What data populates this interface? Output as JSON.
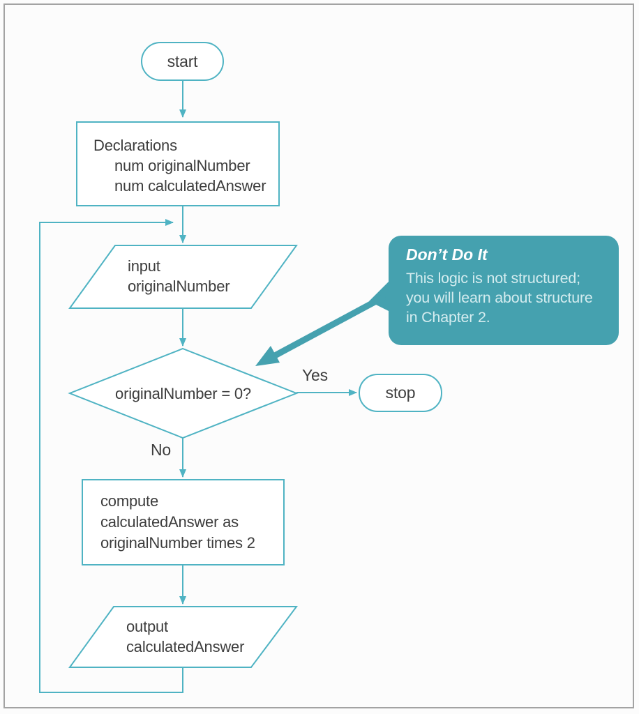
{
  "colors": {
    "line": "#4fb3c3",
    "callout_fill": "#45a1af",
    "callout_title": "#ffffff",
    "callout_body": "#d4ecef",
    "node_text": "#3d3d3d",
    "page_border": "#a3a3a3",
    "page_bg": "#fcfcfc"
  },
  "flowchart": {
    "start": {
      "label": "start"
    },
    "declarations": {
      "lines": [
        "Declarations",
        "num originalNumber",
        "num calculatedAnswer"
      ]
    },
    "input": {
      "lines": [
        "input",
        "originalNumber"
      ]
    },
    "decision": {
      "label": "originalNumber = 0?",
      "yes_label": "Yes",
      "no_label": "No"
    },
    "stop": {
      "label": "stop"
    },
    "compute": {
      "lines": [
        "compute",
        "calculatedAnswer as",
        "originalNumber times 2"
      ]
    },
    "output": {
      "lines": [
        "output",
        "calculatedAnswer"
      ]
    }
  },
  "callout": {
    "title": "Don’t Do It",
    "body": [
      "This logic is not structured;",
      "you will learn about structure",
      "in Chapter 2."
    ]
  }
}
